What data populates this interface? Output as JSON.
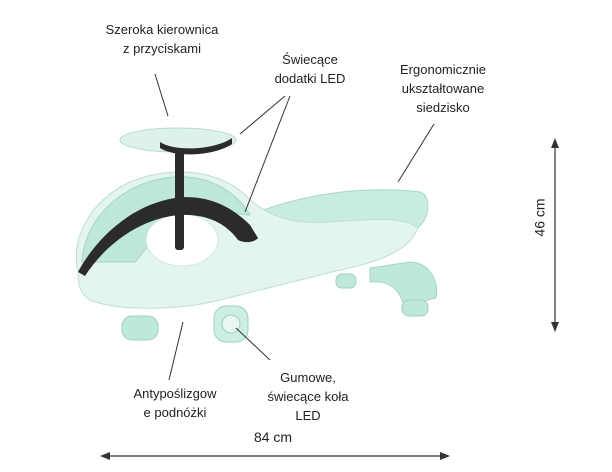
{
  "labels": {
    "steering": [
      "Szeroka kierownica",
      "z przyciskami"
    ],
    "led_addons": [
      "Świecące",
      "dodatki LED"
    ],
    "seat": [
      "Ergonomicznie",
      "ukształtowane",
      "siedzisko"
    ],
    "footrests": [
      "Antypoślizgow",
      "e podnóżki"
    ],
    "wheels": [
      "Gumowe,",
      "świecące koła",
      "LED"
    ],
    "length": "84 cm",
    "height": "46 cm"
  },
  "colors": {
    "body_mint": "#bfe8dc",
    "body_light": "#e3f4ef",
    "trim_dark": "#2b2b2b",
    "line": "#333333"
  }
}
